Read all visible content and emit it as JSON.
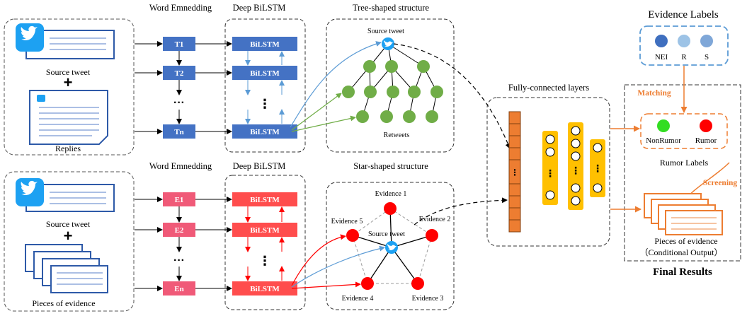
{
  "top": {
    "word_embedding_title": "Word Emnedding",
    "bilstm_title": "Deep BiLSTM",
    "tree_title": "Tree-shaped structure",
    "source_tweet_label": "Source tweet",
    "plus": "+",
    "replies_label": "Replies",
    "tokens": [
      "T1",
      "T2",
      "Tn"
    ],
    "ellipsis": "···",
    "bilstm_cell": "BiLSTM",
    "tree_source_label": "Source tweet",
    "retweets_label": "Retweets"
  },
  "bottom": {
    "word_embedding_title": "Word Emnedding",
    "bilstm_title": "Deep BiLSTM",
    "star_title": "Star-shaped structure",
    "source_tweet_label": "Source tweet",
    "plus": "+",
    "evidence_label": "Pieces of evidence",
    "tokens": [
      "E1",
      "E2",
      "En"
    ],
    "ellipsis": "···",
    "bilstm_cell": "BiLSTM",
    "star_center_label": "Source tweet",
    "evidence_nodes": [
      "Evidence 1",
      "Evidence 2",
      "Evidence 3",
      "Evidence 4",
      "Evidence 5"
    ]
  },
  "fc": {
    "title": "Fully-connected layers",
    "ellipsis": "⋮"
  },
  "evidence_labels": {
    "title": "Evidence Labels",
    "items": [
      "NEI",
      "R",
      "S"
    ],
    "colors": [
      "#3f6fbf",
      "#9dc3e6",
      "#7fa7d8"
    ]
  },
  "final": {
    "matching_label": "Matching",
    "screening_label": "Screening",
    "nonrumor_label": "NonRumor",
    "rumor_label": "Rumor",
    "rumor_labels_title": "Rumor Labels",
    "pieces_label": "Pieces of evidence",
    "conditional_label": "（Conditional Output）",
    "final_title": "Final Results"
  },
  "colors": {
    "blue_cell": "#4472c4",
    "red_cell": "#ff4d4d",
    "pink_cell": "#f05a78",
    "orange": "#ed7d31",
    "green_node": "#70ad47",
    "red_node": "#ff0000",
    "yellow": "#ffc000",
    "twitter_blue": "#1da1f2"
  }
}
